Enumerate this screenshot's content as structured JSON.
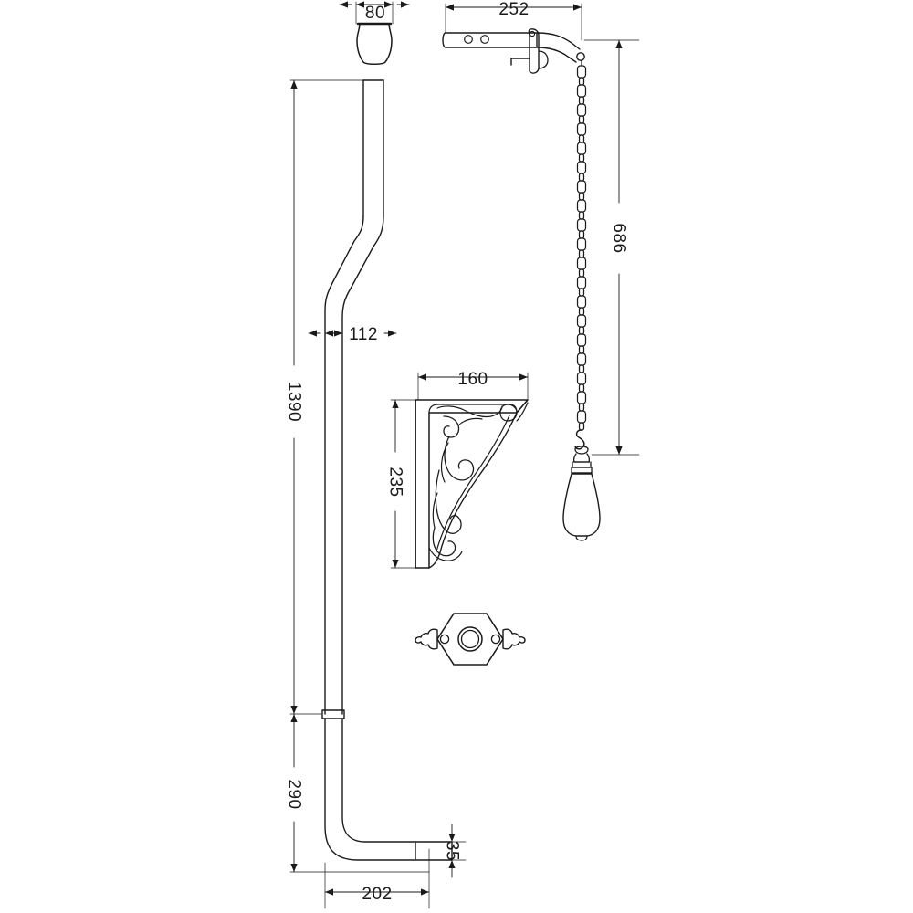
{
  "drawing": {
    "title": "High Level Cistern Flush Pipe Kit Technical Drawing",
    "units": "mm",
    "line_color": "#1a1a1a",
    "background": "#ffffff"
  },
  "dimensions": {
    "collar_width": "80",
    "lever_length": "252",
    "chain_drop": "686",
    "pipe_offset": "112",
    "pipe_height": "1390",
    "bracket_width": "160",
    "bracket_height": "235",
    "lower_pipe_height": "290",
    "outlet_height": "35",
    "outlet_reach": "202"
  },
  "components": [
    {
      "name": "pipe-collar",
      "label": "80",
      "description": "flared pipe collar cone"
    },
    {
      "name": "flush-lever-arm",
      "label": "252",
      "description": "cistern flush lever arm with two holes and pivot bracket"
    },
    {
      "name": "pull-chain",
      "label": "686",
      "description": "link chain with ceramic pull handle"
    },
    {
      "name": "flush-pipe",
      "label": "1390",
      "description": "vertical flush pipe with offset bend"
    },
    {
      "name": "cistern-bracket",
      "label": "160",
      "description": "ornamental cast iron scroll bracket"
    },
    {
      "name": "pipe-escutcheon",
      "label": "",
      "description": "hexagonal decorative pipe collar plate"
    }
  ]
}
